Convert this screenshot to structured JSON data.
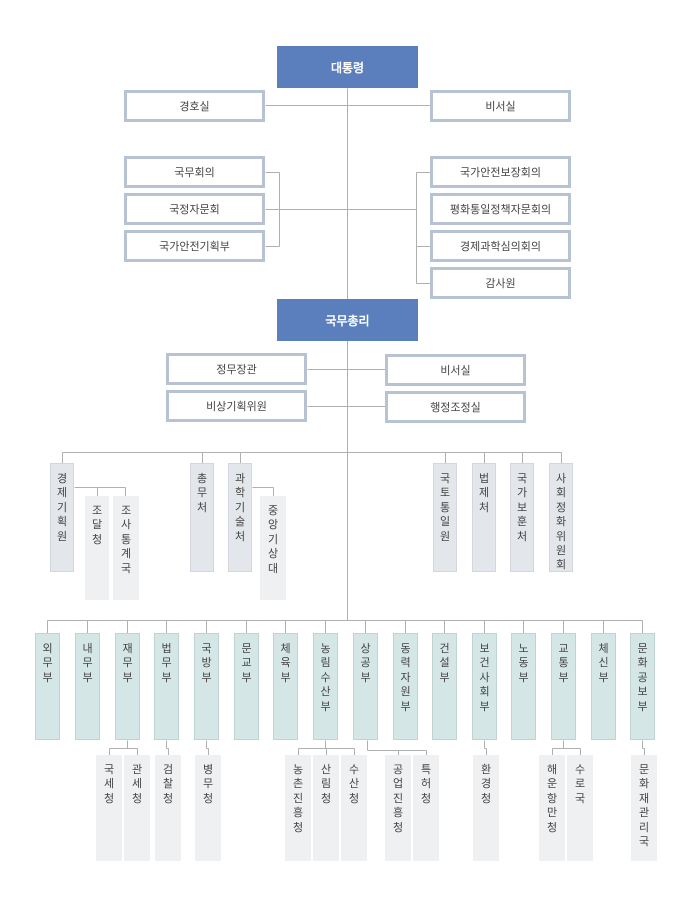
{
  "top": {
    "president": "대통령",
    "left_staff": [
      "경호실"
    ],
    "right_staff": [
      "비서실"
    ],
    "left_councils": [
      "국무회의",
      "국정자문회",
      "국가안전기획부"
    ],
    "right_councils": [
      "국가안전보장회의",
      "평화통일정책자문회의",
      "경제과학심의회의",
      "감사원"
    ]
  },
  "pm": {
    "title": "국무총리",
    "left_staff": [
      "정무장관",
      "비상기획위원"
    ],
    "right_staff": [
      "비서실",
      "행정조정실"
    ]
  },
  "pm_units": [
    {
      "name": "경제기획원",
      "children": [
        "조달청",
        "조사통계국"
      ]
    },
    {
      "name": "총무처",
      "children": []
    },
    {
      "name": "과학기술처",
      "children": [
        "중앙기상대"
      ]
    },
    {
      "name": "국토통일원",
      "children": []
    },
    {
      "name": "법제처",
      "children": []
    },
    {
      "name": "국가보훈처",
      "children": []
    },
    {
      "name": "사회정화위원회",
      "children": []
    }
  ],
  "ministries": [
    {
      "name": "외무부",
      "children": []
    },
    {
      "name": "내무부",
      "children": []
    },
    {
      "name": "재무부",
      "children": [
        "국세청",
        "관세청"
      ]
    },
    {
      "name": "법무부",
      "children": [
        "검찰청"
      ]
    },
    {
      "name": "국방부",
      "children": [
        "병무청"
      ]
    },
    {
      "name": "문교부",
      "children": []
    },
    {
      "name": "체육부",
      "children": []
    },
    {
      "name": "농림수산부",
      "children": [
        "농촌진흥청",
        "산림청",
        "수산청"
      ]
    },
    {
      "name": "상공부",
      "children": [
        "공업진흥청",
        "특허청"
      ]
    },
    {
      "name": "동력자원부",
      "children": []
    },
    {
      "name": "건설부",
      "children": []
    },
    {
      "name": "보건사회부",
      "children": [
        "환경청"
      ]
    },
    {
      "name": "노동부",
      "children": []
    },
    {
      "name": "교통부",
      "children": [
        "해운항만청",
        "수로국"
      ]
    },
    {
      "name": "체신부",
      "children": []
    },
    {
      "name": "문화공보부",
      "children": [
        "문화재관리국"
      ]
    }
  ]
}
